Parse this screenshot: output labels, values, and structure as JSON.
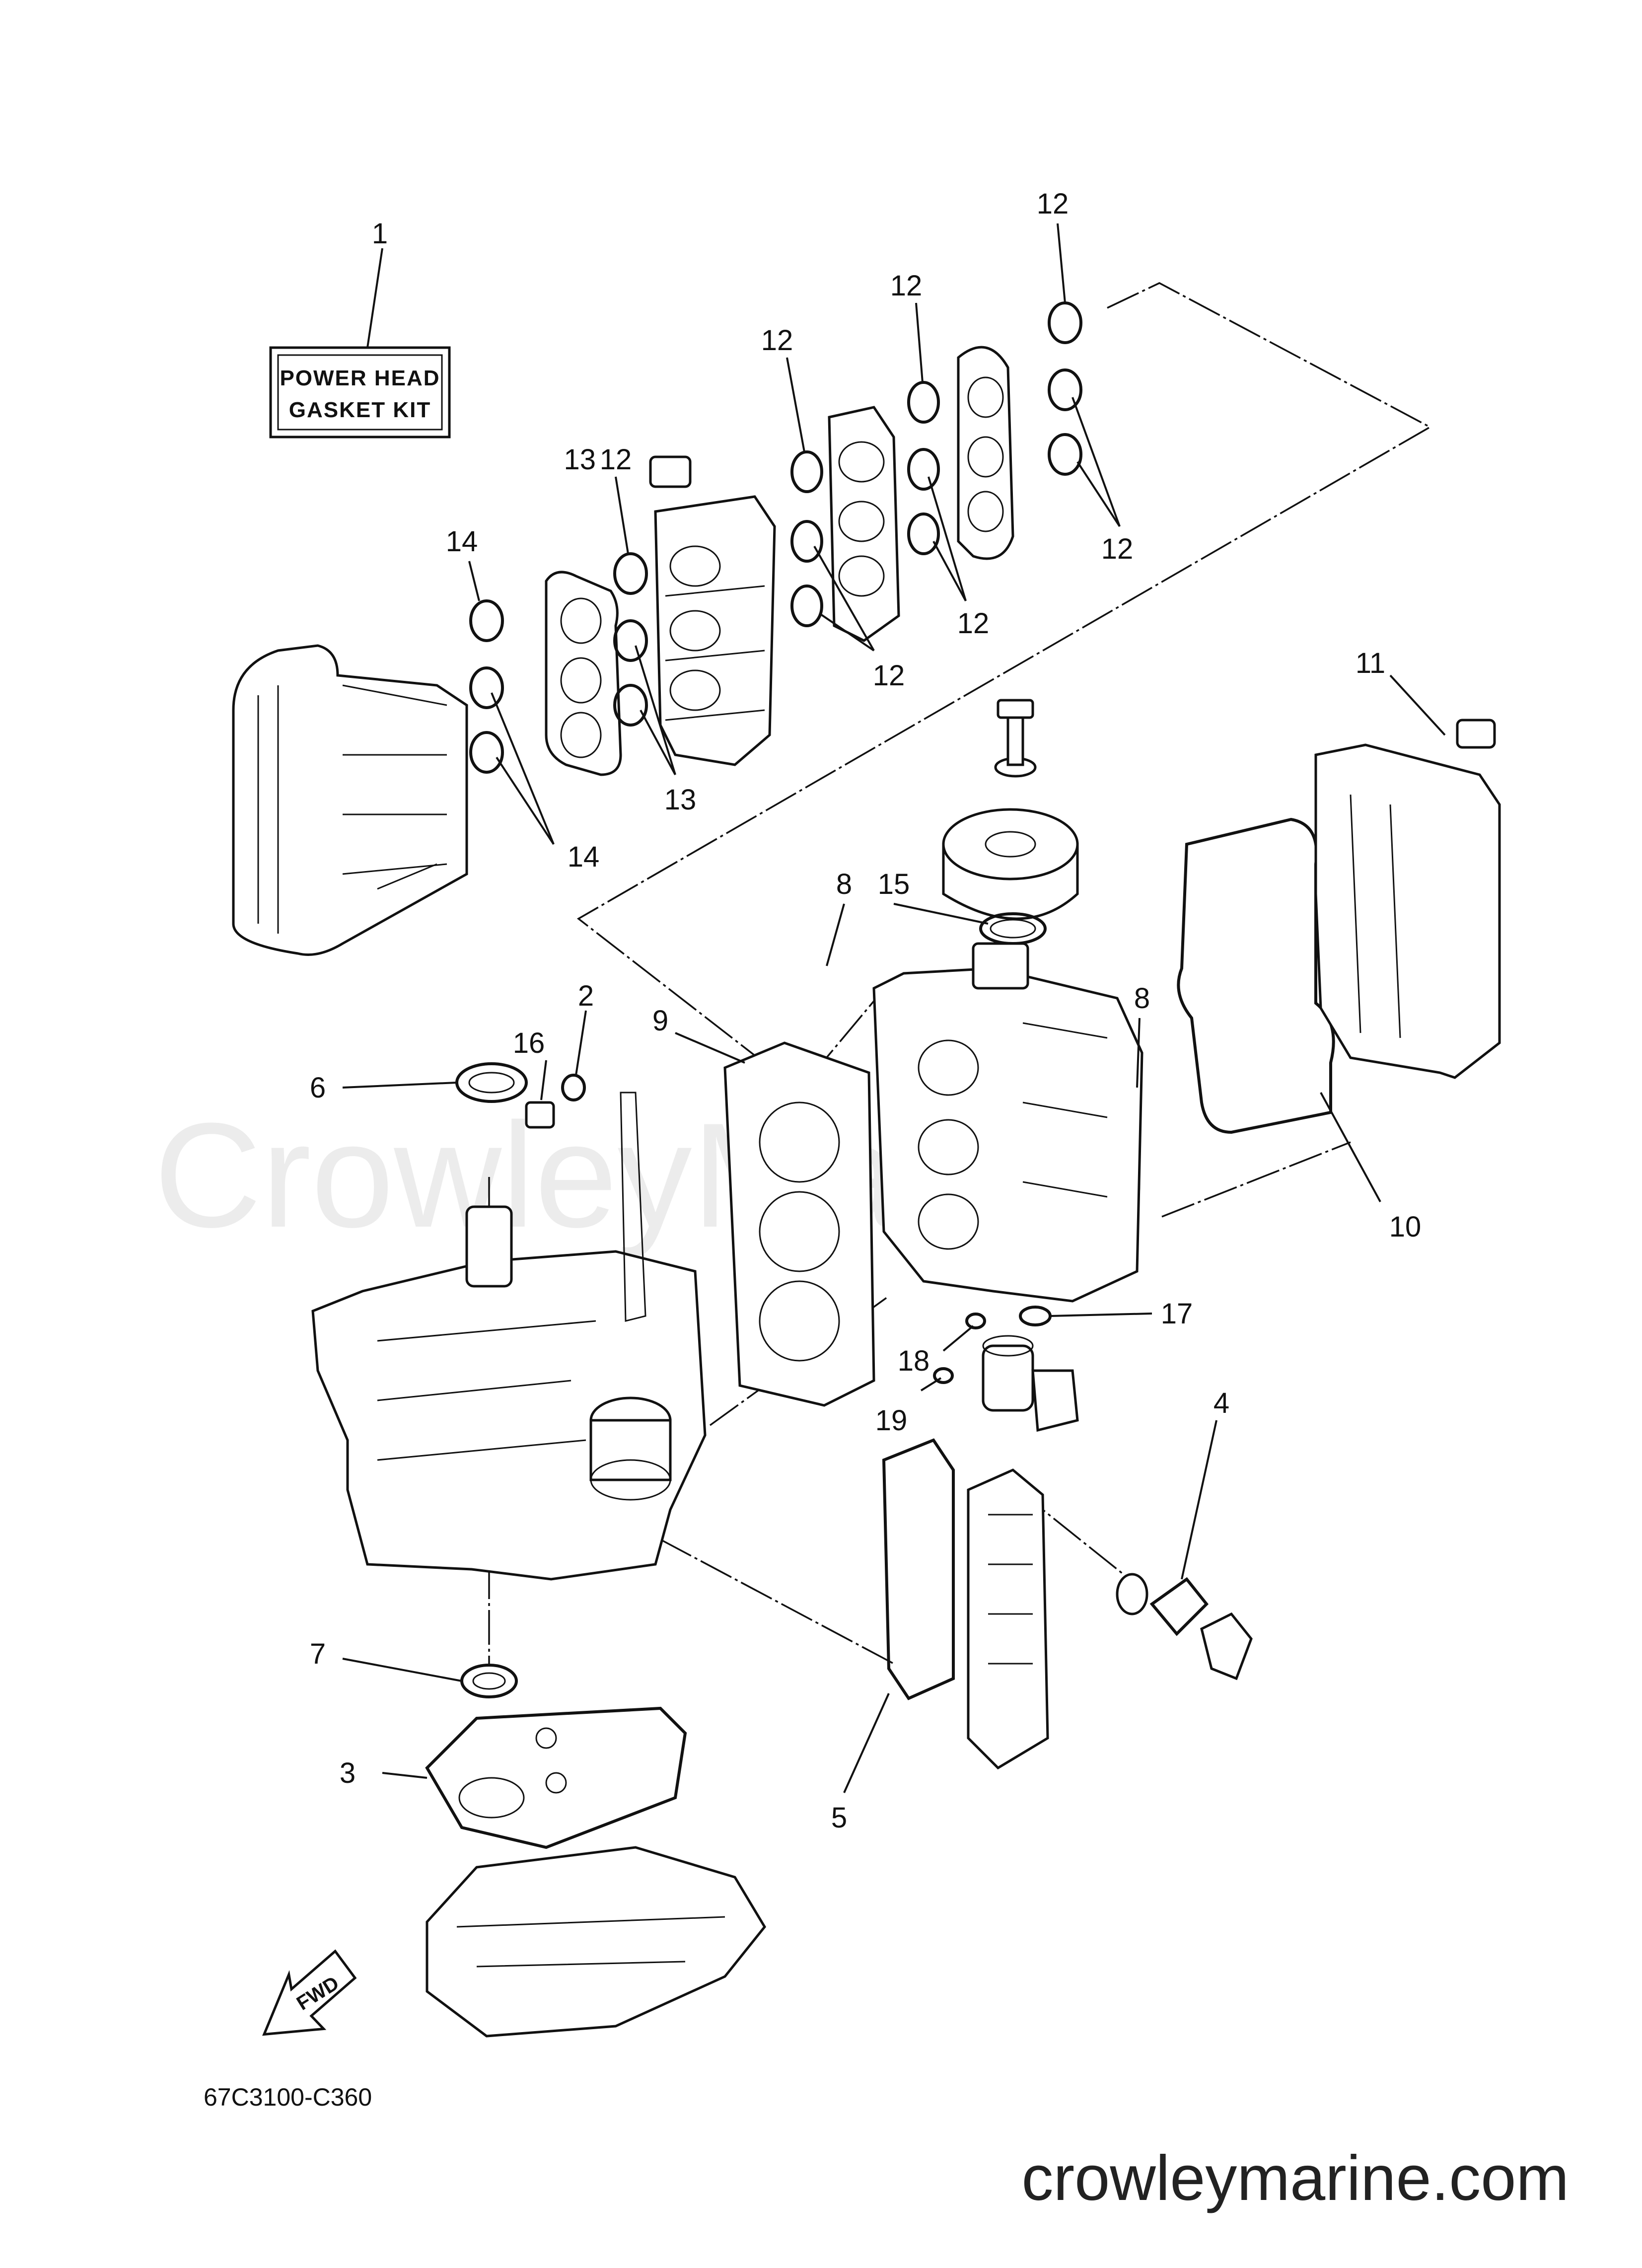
{
  "diagram": {
    "kit_label": [
      "POWER HEAD",
      "GASKET KIT"
    ],
    "part_code": "67C3100-C360",
    "fwd_label": "FWD",
    "watermark": "CrowleyMarine",
    "site": "crowleymarine.com",
    "callouts": [
      "1",
      "2",
      "3",
      "4",
      "5",
      "6",
      "7",
      "8",
      "8",
      "9",
      "10",
      "11",
      "12",
      "12",
      "12",
      "12",
      "12",
      "12",
      "12",
      "13",
      "13",
      "14",
      "14",
      "15",
      "16",
      "17",
      "18",
      "19"
    ]
  }
}
